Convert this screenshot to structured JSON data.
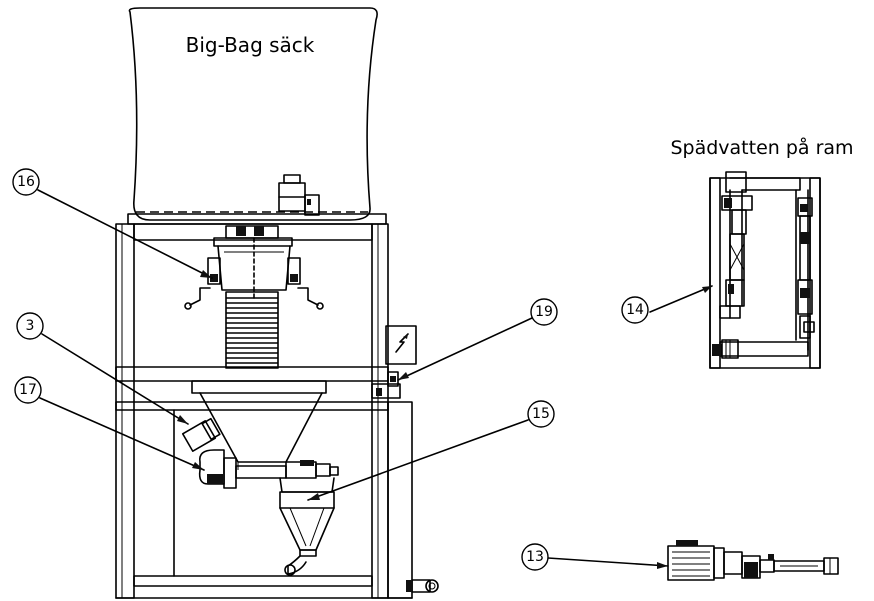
{
  "labels": {
    "bag": "Big-Bag säck",
    "dilution": "Spädvatten på ram"
  },
  "callouts": [
    {
      "id": "16",
      "text": "16"
    },
    {
      "id": "3",
      "text": "3"
    },
    {
      "id": "17",
      "text": "17"
    },
    {
      "id": "19",
      "text": "19"
    },
    {
      "id": "15",
      "text": "15"
    },
    {
      "id": "14",
      "text": "14"
    },
    {
      "id": "13",
      "text": "13"
    }
  ]
}
